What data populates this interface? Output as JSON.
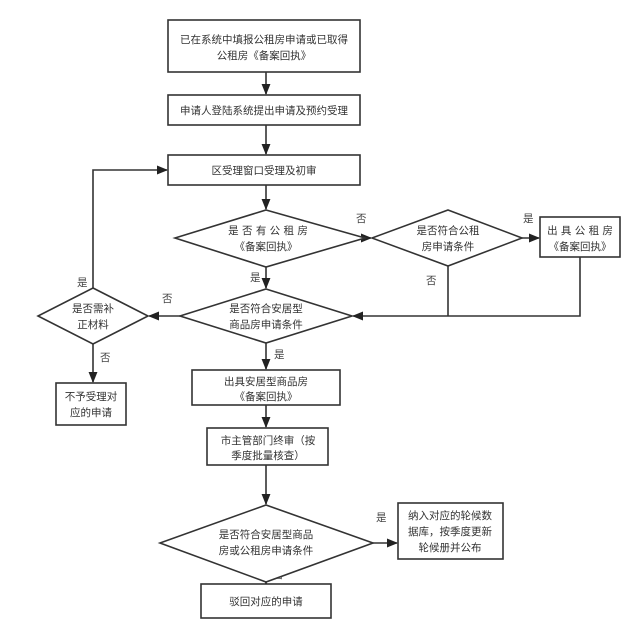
{
  "diagram": {
    "type": "flowchart",
    "nodes": {
      "start": {
        "kind": "process",
        "lines": [
          "已在系统中填报公租房申请或已取得",
          "公租房《备案回执》"
        ]
      },
      "login": {
        "kind": "process",
        "lines": [
          "申请人登陆系统提出申请及预约受理"
        ]
      },
      "district": {
        "kind": "process",
        "lines": [
          "区受理窗口受理及初审"
        ]
      },
      "has_receipt": {
        "kind": "decision",
        "lines": [
          "是 否 有 公 租 房",
          "《备案回执》"
        ]
      },
      "meets_public_rental": {
        "kind": "decision",
        "lines": [
          "是否符合公租",
          "房申请条件"
        ]
      },
      "issue_public_rental": {
        "kind": "process",
        "lines": [
          "出 具 公 租 房",
          "《备案回执》"
        ]
      },
      "meets_affordable": {
        "kind": "decision",
        "lines": [
          "是否符合安居型",
          "商品房申请条件"
        ]
      },
      "needs_supplement": {
        "kind": "decision",
        "lines": [
          "是否需补",
          "正材料"
        ]
      },
      "reject_accept": {
        "kind": "process",
        "lines": [
          "不予受理对",
          "应的申请"
        ]
      },
      "issue_affordable": {
        "kind": "process",
        "lines": [
          "出具安居型商品房",
          "《备案回执》"
        ]
      },
      "city_review": {
        "kind": "process",
        "lines": [
          "市主管部门终审（按",
          "季度批量核查）"
        ]
      },
      "final_check": {
        "kind": "decision",
        "lines": [
          "是否符合安居型商品",
          "房或公租房申请条件"
        ]
      },
      "add_queue": {
        "kind": "process",
        "lines": [
          "纳入对应的轮候数",
          "据库，按季度更新",
          "轮候册并公布"
        ]
      },
      "reject_final": {
        "kind": "process",
        "lines": [
          "驳回对应的申请"
        ]
      }
    },
    "edge_labels": {
      "yes": "是",
      "no": "否"
    }
  }
}
